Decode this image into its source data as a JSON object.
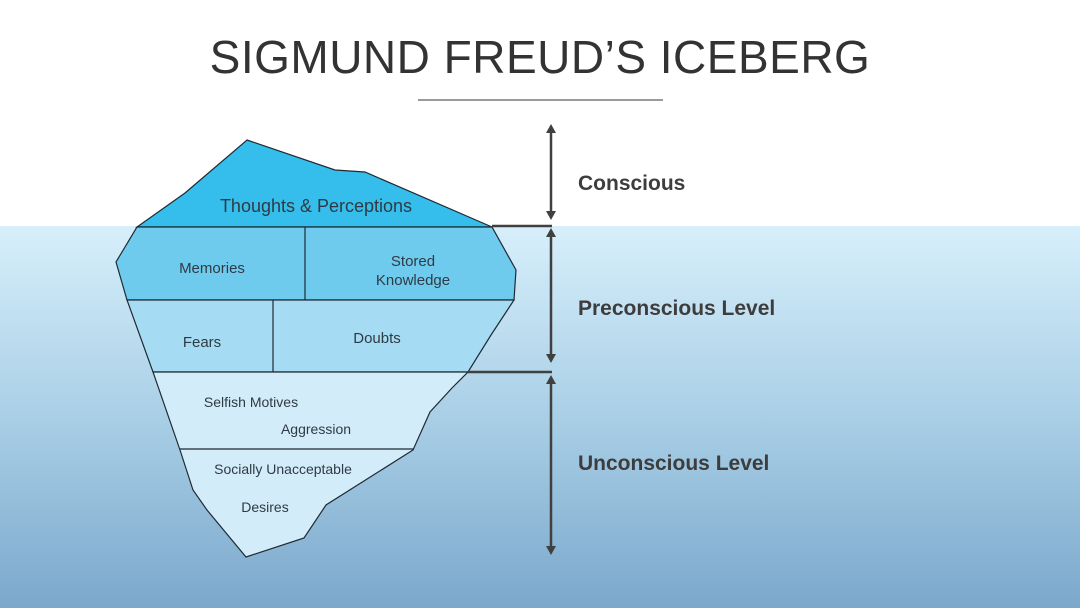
{
  "title": "SIGMUND FREUD’S ICEBERG",
  "iceberg": {
    "tip": "Thoughts & Perceptions",
    "memories": "Memories",
    "stored_line1": "Stored",
    "stored_line2": "Knowledge",
    "fears": "Fears",
    "doubts": "Doubts",
    "selfish": "Selfish Motives",
    "aggression": "Aggression",
    "socially": "Socially Unacceptable",
    "desires": "Desires"
  },
  "levels": {
    "conscious": "Conscious",
    "preconscious": "Preconscious Level",
    "unconscious": "Unconscious Level"
  },
  "colors": {
    "tip": "#35bdec",
    "middle_upper": "#6ecbee",
    "middle_lower": "#a6dcf3",
    "lower": "#d3ecf9",
    "outline": "#1f2a33",
    "arrow": "#404040"
  }
}
